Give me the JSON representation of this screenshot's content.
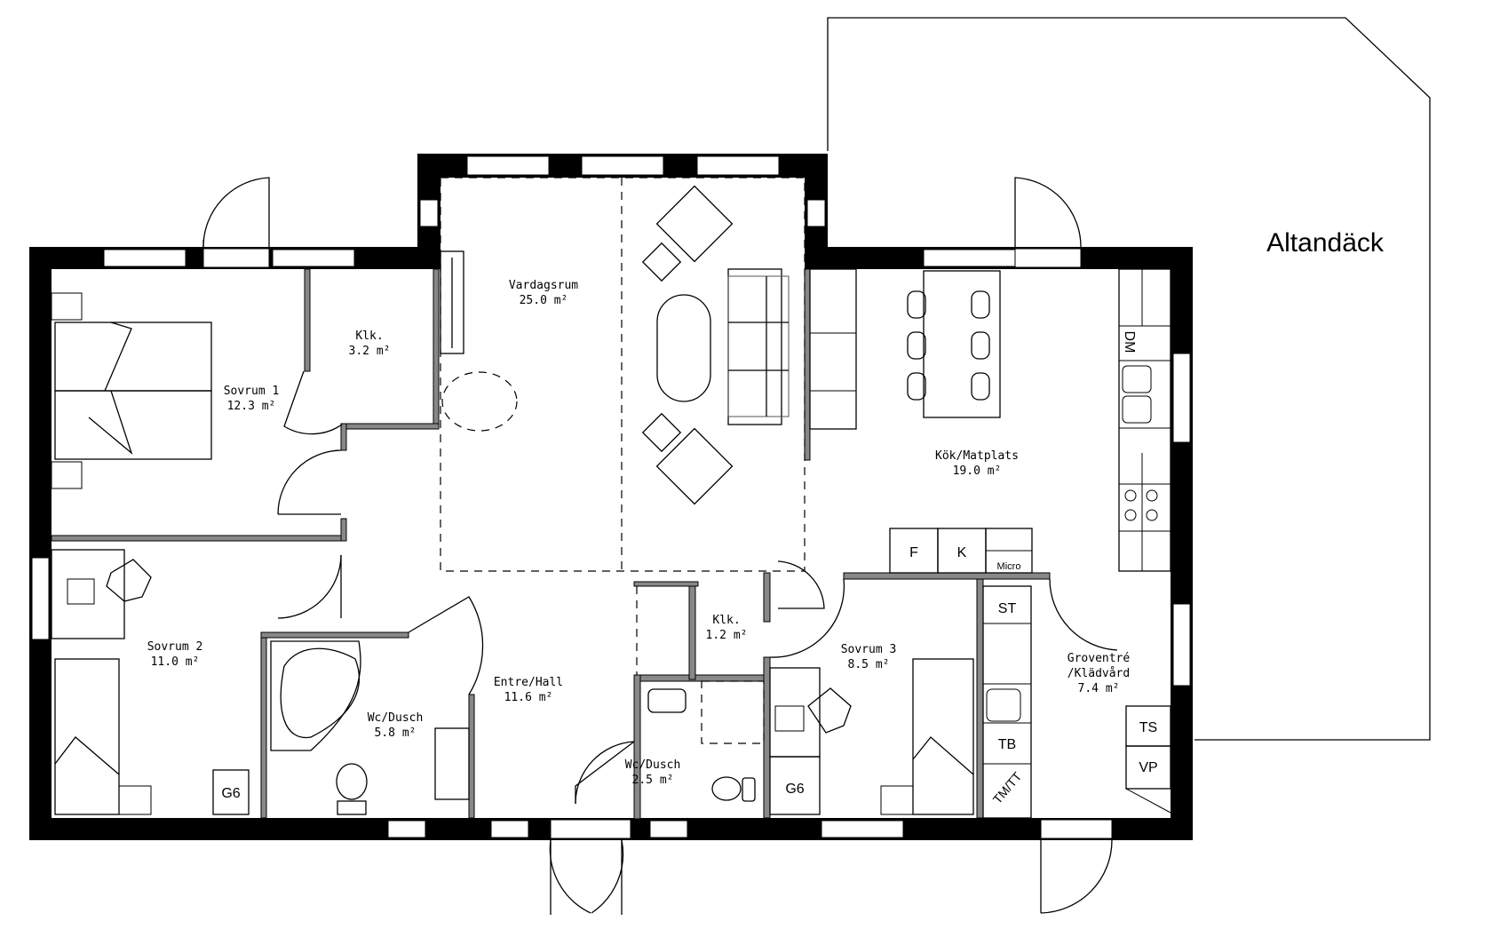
{
  "plan": {
    "deck_label": "Altandäck",
    "rooms": [
      {
        "id": "vardagsrum",
        "name": "Vardagsrum",
        "area": "25.0 m²"
      },
      {
        "id": "klk1",
        "name": "Klk.",
        "area": "3.2 m²"
      },
      {
        "id": "sovrum1",
        "name": "Sovrum 1",
        "area": "12.3 m²"
      },
      {
        "id": "kok",
        "name": "Kök/Matplats",
        "area": "19.0 m²"
      },
      {
        "id": "sovrum2",
        "name": "Sovrum 2",
        "area": "11.0 m²"
      },
      {
        "id": "wc1",
        "name": "Wc/Dusch",
        "area": "5.8 m²"
      },
      {
        "id": "hall",
        "name": "Entre/Hall",
        "area": "11.6 m²"
      },
      {
        "id": "klk2",
        "name": "Klk.",
        "area": "1.2 m²"
      },
      {
        "id": "sovrum3",
        "name": "Sovrum 3",
        "area": "8.5 m²"
      },
      {
        "id": "wc2",
        "name": "Wc/Dusch",
        "area": "2.5 m²"
      },
      {
        "id": "groventre",
        "name": "Groventré",
        "name2": "/Klädvård",
        "area": "7.4 m²"
      }
    ],
    "appliances": {
      "dm": "DM",
      "f": "F",
      "k": "K",
      "micro": "Micro",
      "st": "ST",
      "tb": "TB",
      "tmtt": "TM/TT",
      "ts": "TS",
      "vp": "VP",
      "g6_a": "G6",
      "g6_b": "G6"
    }
  }
}
